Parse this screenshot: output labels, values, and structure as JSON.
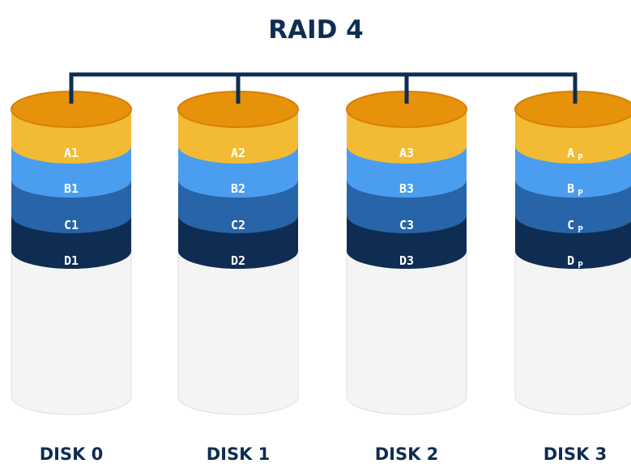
{
  "title": "RAID 4",
  "colors": {
    "line": "#0f2d52",
    "top": "#e6920a",
    "top_rim": "#d97f06",
    "A": "#f2bb33",
    "B": "#4b9df0",
    "C": "#2764a8",
    "D": "#0f2d52",
    "body": "#f4f4f4",
    "body_edge": "#dedede"
  },
  "disks": [
    {
      "label": "DISK 0",
      "blocks": [
        {
          "main": "A1",
          "sub": ""
        },
        {
          "main": "B1",
          "sub": ""
        },
        {
          "main": "C1",
          "sub": ""
        },
        {
          "main": "D1",
          "sub": ""
        }
      ]
    },
    {
      "label": "DISK 1",
      "blocks": [
        {
          "main": "A2",
          "sub": ""
        },
        {
          "main": "B2",
          "sub": ""
        },
        {
          "main": "C2",
          "sub": ""
        },
        {
          "main": "D2",
          "sub": ""
        }
      ]
    },
    {
      "label": "DISK 2",
      "blocks": [
        {
          "main": "A3",
          "sub": ""
        },
        {
          "main": "B3",
          "sub": ""
        },
        {
          "main": "C3",
          "sub": ""
        },
        {
          "main": "D3",
          "sub": ""
        }
      ]
    },
    {
      "label": "DISK 3",
      "blocks": [
        {
          "main": "A",
          "sub": "P"
        },
        {
          "main": "B",
          "sub": "P"
        },
        {
          "main": "C",
          "sub": "P"
        },
        {
          "main": "D",
          "sub": "P"
        }
      ]
    }
  ]
}
